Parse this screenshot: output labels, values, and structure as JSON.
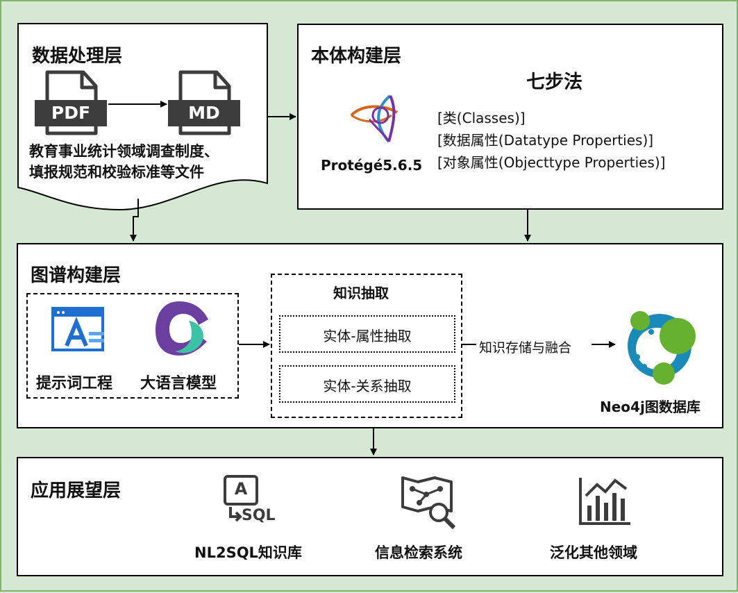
{
  "layers": {
    "data_processing": {
      "title": "数据处理层",
      "pdf_label": "PDF",
      "md_label": "MD",
      "caption_line1": "教育事业统计领域调查制度、",
      "caption_line2": "填报规范和校验标准等文件"
    },
    "ontology": {
      "title": "本体构建层",
      "method": "七步法",
      "tool": "Protégé5.6.5",
      "items": [
        "[类(Classes)]",
        "[数据属性(Datatype Properties)]",
        "[对象属性(Objecttype Properties)]"
      ]
    },
    "graph": {
      "title": "图谱构建层",
      "prompt_engineering": "提示词工程",
      "llm": "大语言模型",
      "extraction_title": "知识抽取",
      "entity_attribute": "实体-属性抽取",
      "entity_relation": "实体-关系抽取",
      "storage_label": "知识存储与融合",
      "neo4j": "Neo4j图数据库"
    },
    "application": {
      "title": "应用展望层",
      "nl2sql_icon_text": "A",
      "sql_text": "SQL",
      "nl2sql": "NL2SQL知识库",
      "retrieval": "信息检索系统",
      "generalize": "泛化其他领域"
    }
  },
  "colors": {
    "background": "#d5e8d4",
    "icon_dark": "#3c3c3c",
    "prompt_blue": "#1e6fd0",
    "llm_purple": "#6b3fa0",
    "llm_teal": "#3cc2a4",
    "neo4j_green": "#66b12f",
    "neo4j_blue": "#1b8ab8",
    "protege_orange": "#d2691e",
    "protege_purple": "#7b2fa2",
    "protege_blue": "#2c8fc9"
  }
}
